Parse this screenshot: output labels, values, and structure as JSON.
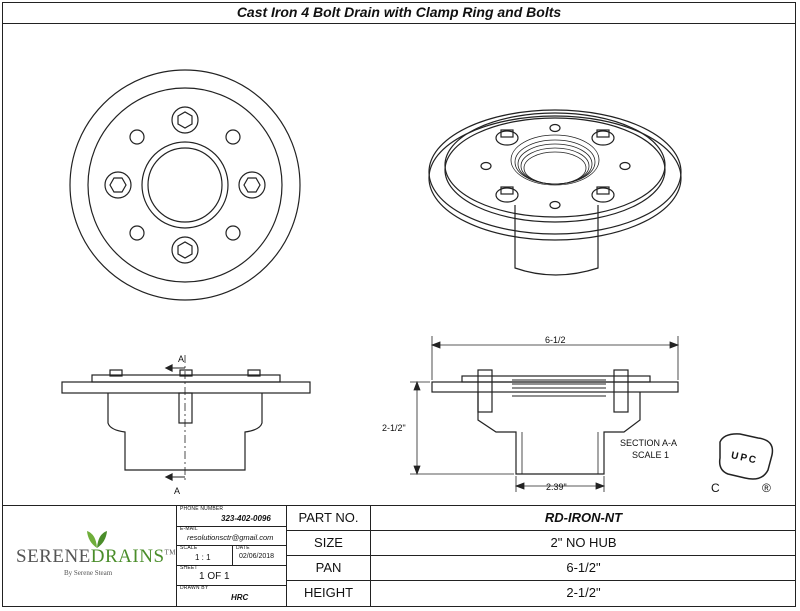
{
  "title": "Cast Iron 4 Bolt Drain with Clamp Ring and Bolts",
  "drawing": {
    "section_label_top": "A",
    "section_label_bottom": "A",
    "dim_width": "6-1/2",
    "dim_height": "2-1/2\"",
    "dim_outlet": "2.39\"",
    "section_title": "SECTION  A-A",
    "section_scale": "SCALE 1",
    "upc_letters": "UPC",
    "upc_c": "C",
    "upc_r": "®"
  },
  "title_block": {
    "logo_serene": "SERENE",
    "logo_drains": "DRAINS",
    "logo_tm": "TM",
    "logo_sub": "By Serene Steam",
    "phone_label": "PHONE NUMBER",
    "phone": "323-402-0096",
    "email_label": "E-MAIL",
    "email": "resolutionsctr@gmail.com",
    "scale_label": "SCALE",
    "scale": "1 : 1",
    "date_label": "DATE",
    "date": "02/06/2018",
    "sheet_label": "SHEET",
    "sheet": "1 OF 1",
    "drawn_label": "DRAWN BY",
    "drawn": "HRC"
  },
  "specs": [
    {
      "key": "PART NO.",
      "value": "RD-IRON-NT"
    },
    {
      "key": "SIZE",
      "value": "2\" NO HUB"
    },
    {
      "key": "PAN",
      "value": "6-1/2\""
    },
    {
      "key": "HEIGHT",
      "value": "2-1/2\""
    }
  ]
}
